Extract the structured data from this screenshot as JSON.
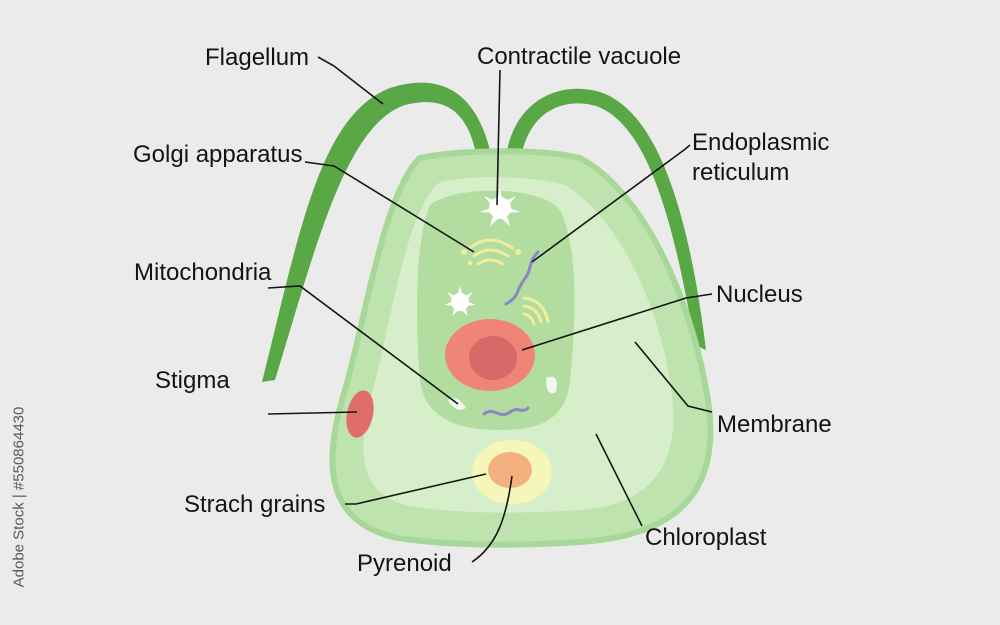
{
  "labels": {
    "flagellum": "Flagellum",
    "contractile_vacuole": "Contractile vacuole",
    "golgi": "Golgi apparatus",
    "er_line1": "Endoplasmic",
    "er_line2": "reticulum",
    "mitochondria": "Mitochondria",
    "nucleus": "Nucleus",
    "stigma": "Stigma",
    "membrane": "Membrane",
    "starch_grains": "Strach grains",
    "chloroplast": "Chloroplast",
    "pyrenoid": "Pyrenoid"
  },
  "watermark": "Adobe Stock | #550864430",
  "colors": {
    "background": "#ebebeb",
    "flagella": "#5aa845",
    "cell_body": "#bfe3ae",
    "cell_outline": "#a8d898",
    "chloroplast_inner": "#d6eec9",
    "nucleus": "#ef8578",
    "nucleolus": "#d56a68",
    "stigma": "#e06d6a",
    "starch": "#f4f7b8",
    "pyrenoid": "#f5b080",
    "er": "#8a86c5",
    "golgi": "#f0ee98",
    "vacuole": "#ffffff",
    "leader_lines": "#151515"
  }
}
